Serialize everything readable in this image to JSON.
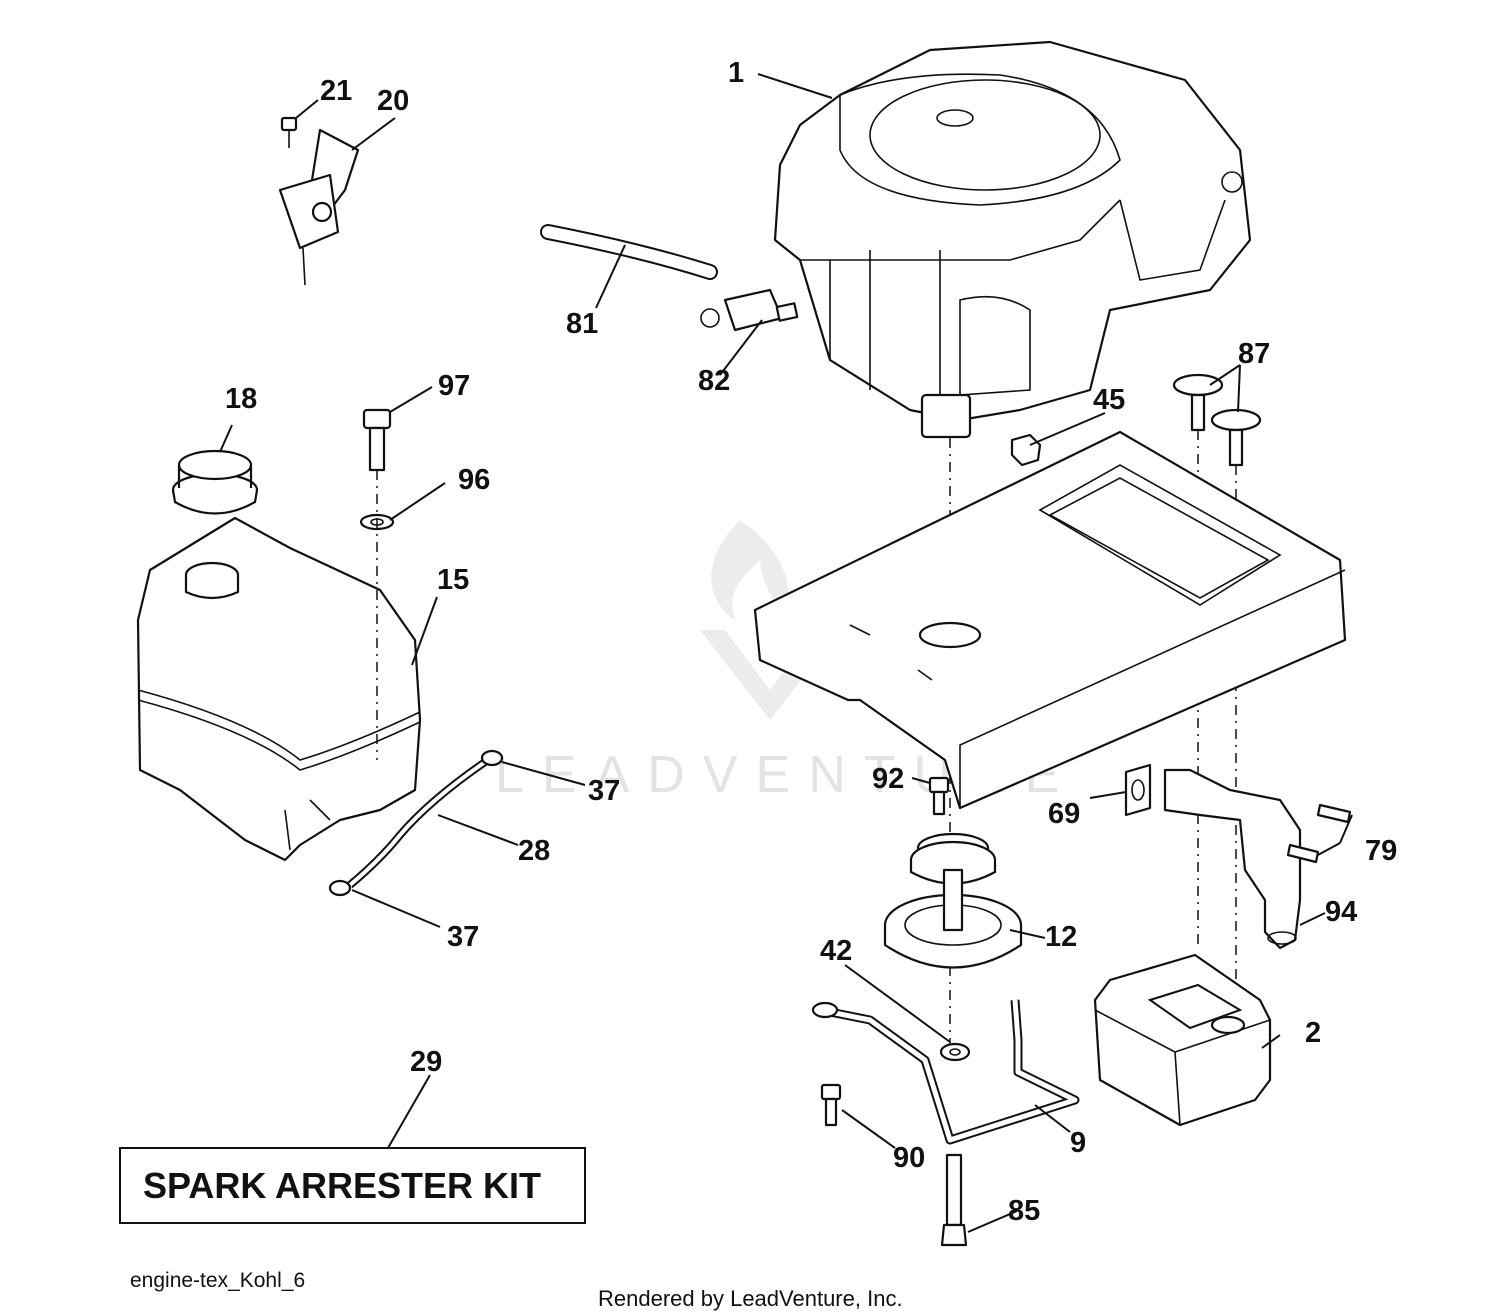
{
  "diagram_id": "engine-tex_Kohl_6",
  "footer": {
    "rendered_by": "Rendered by LeadVenture, Inc."
  },
  "watermark": {
    "text": "LEADVENTURE"
  },
  "kit_box": {
    "label": "SPARK ARRESTER KIT"
  },
  "callouts": {
    "c1": "1",
    "c2": "2",
    "c9": "9",
    "c12": "12",
    "c15": "15",
    "c18": "18",
    "c20": "20",
    "c21": "21",
    "c28": "28",
    "c29": "29",
    "c37a": "37",
    "c37b": "37",
    "c42": "42",
    "c45": "45",
    "c69": "69",
    "c79": "79",
    "c81": "81",
    "c82": "82",
    "c85": "85",
    "c87": "87",
    "c90": "90",
    "c92": "92",
    "c94": "94",
    "c96": "96",
    "c97": "97"
  },
  "colors": {
    "line": "#111111",
    "background": "#ffffff",
    "watermark": "#e3e3e3"
  }
}
